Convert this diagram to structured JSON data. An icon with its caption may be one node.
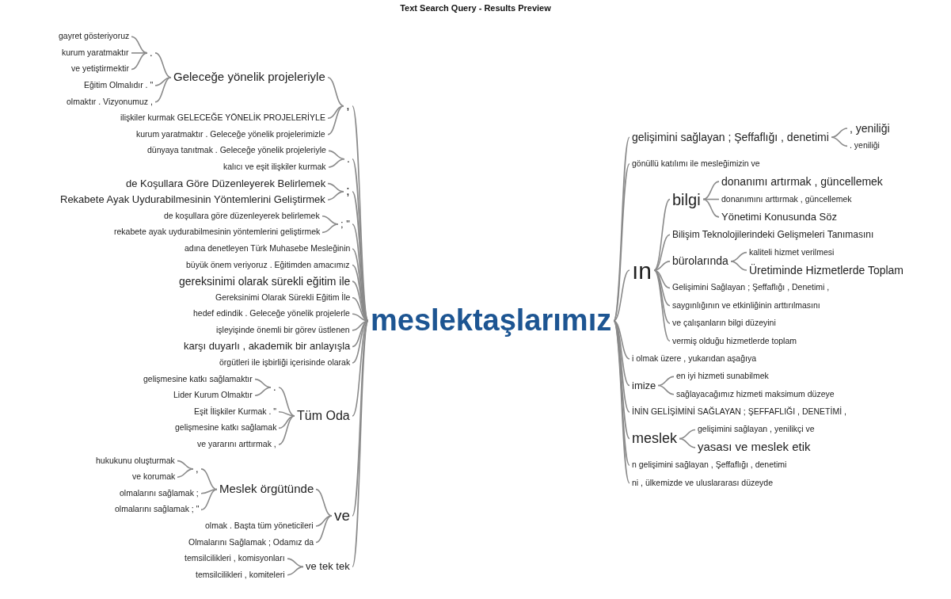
{
  "diagram": {
    "title": "Text Search Query - Results Preview",
    "nodes": [
      {
        "text": [
          "meslektaşlarımız"
        ]
      },
      {
        "text": [
          ","
        ]
      },
      {
        "text": [
          "Geleceğe yönelik projeleriyle"
        ]
      },
      {
        "text": [
          "."
        ]
      },
      {
        "text": [
          "gayret gösteriyoruz"
        ]
      },
      {
        "text": [
          "kurum yaratmaktır"
        ]
      },
      {
        "text": [
          "ve yetiştirmektir"
        ]
      },
      {
        "text": [
          "Eğitim Olmalıdır . \""
        ]
      },
      {
        "text": [
          "olmaktır . Vizyonumuz ,"
        ]
      },
      {
        "text": [
          "ilişkiler kurmak GELECEĞE YÖNELİK PROJELERİYLE"
        ]
      },
      {
        "text": [
          "kurum yaratmaktır . Geleceğe yönelik projelerimizle"
        ]
      },
      {
        "text": [
          "."
        ]
      },
      {
        "text": [
          "dünyaya tanıtmak . Geleceğe yönelik projeleriyle"
        ]
      },
      {
        "text": [
          "kalıcı ve eşit ilişkiler kurmak"
        ]
      },
      {
        "text": [
          ";"
        ]
      },
      {
        "text": [
          "de Koşullara Göre Düzenleyerek Belirlemek"
        ]
      },
      {
        "text": [
          "Rekabete Ayak Uydurabilmesinin Yöntemlerini Geliştirmek"
        ]
      },
      {
        "text": [
          "; \""
        ]
      },
      {
        "text": [
          "de koşullara göre düzenleyerek belirlemek"
        ]
      },
      {
        "text": [
          "rekabete ayak uydurabilmesinin yöntemlerini geliştirmek"
        ]
      },
      {
        "text": [
          "adına denetleyen Türk Muhasebe Mesleğinin"
        ]
      },
      {
        "text": [
          "büyük önem veriyoruz . Eğitimden amacımız"
        ]
      },
      {
        "text": [
          "gereksinimi olarak sürekli eğitim ile"
        ]
      },
      {
        "text": [
          "Gereksinimi Olarak Sürekli Eğitim İle"
        ]
      },
      {
        "text": [
          "hedef edindik . Geleceğe yönelik projelerle"
        ]
      },
      {
        "text": [
          "işleyişinde önemli bir görev üstlenen"
        ]
      },
      {
        "text": [
          "karşı duyarlı , akademik bir anlayışla"
        ]
      },
      {
        "text": [
          "örgütleri ile işbirliği içerisinde olarak"
        ]
      },
      {
        "text": [
          "Tüm Oda"
        ]
      },
      {
        "text": [
          "."
        ]
      },
      {
        "text": [
          "gelişmesine katkı sağlamaktır"
        ]
      },
      {
        "text": [
          "Lider Kurum Olmaktır"
        ]
      },
      {
        "text": [
          "Eşit İlişkiler Kurmak . \""
        ]
      },
      {
        "text": [
          "gelişmesine katkı sağlamak"
        ]
      },
      {
        "text": [
          "ve yararını arttırmak ,"
        ]
      },
      {
        "text": [
          "ve"
        ]
      },
      {
        "text": [
          "Meslek örgütünde"
        ]
      },
      {
        "text": [
          ","
        ]
      },
      {
        "text": [
          "hukukunu oluşturmak"
        ]
      },
      {
        "text": [
          "ve korumak"
        ]
      },
      {
        "text": [
          "olmalarını sağlamak ;"
        ]
      },
      {
        "text": [
          "olmalarını sağlamak ; \""
        ]
      },
      {
        "text": [
          "olmak . Başta tüm yöneticileri"
        ]
      },
      {
        "text": [
          "Olmalarını Sağlamak ; Odamız da"
        ]
      },
      {
        "text": [
          "ve tek tek"
        ]
      },
      {
        "text": [
          "temsilcilikleri , komisyonları"
        ]
      },
      {
        "text": [
          "temsilcilikleri , komiteleri"
        ]
      },
      {
        "text": [
          "gelişimini sağlayan ; Şeffaflığı , denetimi"
        ]
      },
      {
        "text": [
          ", yeniliği"
        ]
      },
      {
        "text": [
          ". yeniliği"
        ]
      },
      {
        "text": [
          "gönüllü katılımı ile mesleğimizin ve"
        ]
      },
      {
        "text": [
          "ın"
        ]
      },
      {
        "text": [
          "bilgi"
        ]
      },
      {
        "text": [
          "donanımı artırmak , güncellemek"
        ]
      },
      {
        "text": [
          "donanımını arttırmak , güncellemek"
        ]
      },
      {
        "text": [
          "Yönetimi Konusunda Söz"
        ]
      },
      {
        "text": [
          "Bilişim Teknolojilerindeki Gelişmeleri Tanımasını"
        ]
      },
      {
        "text": [
          "bürolarında"
        ]
      },
      {
        "text": [
          "kaliteli hizmet verilmesi"
        ]
      },
      {
        "text": [
          "Üretiminde Hizmetlerde Toplam"
        ]
      },
      {
        "text": [
          "Gelişimini Sağlayan ; Şeffaflığı , Denetimi ,"
        ]
      },
      {
        "text": [
          "saygınlığının ve etkinliğinin arttırılmasını"
        ]
      },
      {
        "text": [
          "ve çalışanların bilgi düzeyini"
        ]
      },
      {
        "text": [
          "vermiş olduğu hizmetlerde toplam"
        ]
      },
      {
        "text": [
          "i olmak üzere , yukarıdan aşağıya"
        ]
      },
      {
        "text": [
          "imize"
        ]
      },
      {
        "text": [
          "en iyi hizmeti sunabilmek"
        ]
      },
      {
        "text": [
          "sağlayacağımız hizmeti maksimum düzeye"
        ]
      },
      {
        "text": [
          "İNİN GELİŞİMİNİ SAĞLAYAN ; ŞEFFAFLIĞI , DENETİMİ ,"
        ]
      },
      {
        "text": [
          "meslek"
        ]
      },
      {
        "text": [
          "gelişimini sağlayan , yenilikçi ve"
        ]
      },
      {
        "text": [
          "yasası ve meslek etik"
        ]
      },
      {
        "text": [
          "n gelişimini sağlayan , Şeffaflığı , denetimi"
        ]
      },
      {
        "text": [
          "ni , ülkemizde ve uluslararası düzeyde"
        ]
      }
    ],
    "edges": [
      {
        "from": 4,
        "to": 3,
        "arrow": "none"
      },
      {
        "from": 5,
        "to": 3,
        "arrow": "none"
      },
      {
        "from": 6,
        "to": 3,
        "arrow": "none"
      },
      {
        "from": 3,
        "to": 2,
        "arrow": "none"
      },
      {
        "from": 7,
        "to": 2,
        "arrow": "none"
      },
      {
        "from": 8,
        "to": 2,
        "arrow": "none"
      },
      {
        "from": 2,
        "to": 1,
        "arrow": "none"
      },
      {
        "from": 9,
        "to": 1,
        "arrow": "none"
      },
      {
        "from": 10,
        "to": 1,
        "arrow": "none"
      },
      {
        "from": 1,
        "to": 0,
        "arrow": "none"
      },
      {
        "from": 12,
        "to": 11,
        "arrow": "none"
      },
      {
        "from": 13,
        "to": 11,
        "arrow": "none"
      },
      {
        "from": 11,
        "to": 0,
        "arrow": "none"
      },
      {
        "from": 15,
        "to": 14,
        "arrow": "none"
      },
      {
        "from": 16,
        "to": 14,
        "arrow": "none"
      },
      {
        "from": 14,
        "to": 0,
        "arrow": "none"
      },
      {
        "from": 18,
        "to": 17,
        "arrow": "none"
      },
      {
        "from": 19,
        "to": 17,
        "arrow": "none"
      },
      {
        "from": 17,
        "to": 0,
        "arrow": "none"
      },
      {
        "from": 20,
        "to": 0,
        "arrow": "none"
      },
      {
        "from": 21,
        "to": 0,
        "arrow": "none"
      },
      {
        "from": 22,
        "to": 0,
        "arrow": "none"
      },
      {
        "from": 23,
        "to": 0,
        "arrow": "none"
      },
      {
        "from": 24,
        "to": 0,
        "arrow": "none"
      },
      {
        "from": 25,
        "to": 0,
        "arrow": "none"
      },
      {
        "from": 26,
        "to": 0,
        "arrow": "none"
      },
      {
        "from": 27,
        "to": 0,
        "arrow": "none"
      },
      {
        "from": 30,
        "to": 29,
        "arrow": "none"
      },
      {
        "from": 31,
        "to": 29,
        "arrow": "none"
      },
      {
        "from": 29,
        "to": 28,
        "arrow": "none"
      },
      {
        "from": 32,
        "to": 28,
        "arrow": "none"
      },
      {
        "from": 33,
        "to": 28,
        "arrow": "none"
      },
      {
        "from": 34,
        "to": 28,
        "arrow": "none"
      },
      {
        "from": 28,
        "to": 0,
        "arrow": "none"
      },
      {
        "from": 38,
        "to": 37,
        "arrow": "none"
      },
      {
        "from": 39,
        "to": 37,
        "arrow": "none"
      },
      {
        "from": 37,
        "to": 36,
        "arrow": "none"
      },
      {
        "from": 40,
        "to": 36,
        "arrow": "none"
      },
      {
        "from": 41,
        "to": 36,
        "arrow": "none"
      },
      {
        "from": 36,
        "to": 35,
        "arrow": "none"
      },
      {
        "from": 42,
        "to": 35,
        "arrow": "none"
      },
      {
        "from": 43,
        "to": 35,
        "arrow": "none"
      },
      {
        "from": 35,
        "to": 0,
        "arrow": "none"
      },
      {
        "from": 45,
        "to": 44,
        "arrow": "none"
      },
      {
        "from": 46,
        "to": 44,
        "arrow": "none"
      },
      {
        "from": 44,
        "to": 0,
        "arrow": "none"
      },
      {
        "from": 0,
        "to": 47,
        "arrow": "none"
      },
      {
        "from": 47,
        "to": 48,
        "arrow": "none"
      },
      {
        "from": 47,
        "to": 49,
        "arrow": "none"
      },
      {
        "from": 0,
        "to": 50,
        "arrow": "none"
      },
      {
        "from": 0,
        "to": 51,
        "arrow": "none"
      },
      {
        "from": 51,
        "to": 52,
        "arrow": "none"
      },
      {
        "from": 52,
        "to": 53,
        "arrow": "none"
      },
      {
        "from": 52,
        "to": 54,
        "arrow": "none"
      },
      {
        "from": 52,
        "to": 55,
        "arrow": "none"
      },
      {
        "from": 51,
        "to": 56,
        "arrow": "none"
      },
      {
        "from": 51,
        "to": 57,
        "arrow": "none"
      },
      {
        "from": 57,
        "to": 58,
        "arrow": "none"
      },
      {
        "from": 57,
        "to": 59,
        "arrow": "none"
      },
      {
        "from": 51,
        "to": 60,
        "arrow": "none"
      },
      {
        "from": 51,
        "to": 61,
        "arrow": "none"
      },
      {
        "from": 51,
        "to": 62,
        "arrow": "none"
      },
      {
        "from": 51,
        "to": 63,
        "arrow": "none"
      },
      {
        "from": 0,
        "to": 64,
        "arrow": "none"
      },
      {
        "from": 0,
        "to": 65,
        "arrow": "none"
      },
      {
        "from": 65,
        "to": 66,
        "arrow": "none"
      },
      {
        "from": 65,
        "to": 67,
        "arrow": "none"
      },
      {
        "from": 0,
        "to": 68,
        "arrow": "none"
      },
      {
        "from": 0,
        "to": 69,
        "arrow": "none"
      },
      {
        "from": 69,
        "to": 70,
        "arrow": "none"
      },
      {
        "from": 69,
        "to": 71,
        "arrow": "none"
      },
      {
        "from": 0,
        "to": 72,
        "arrow": "none"
      },
      {
        "from": 0,
        "to": 73,
        "arrow": "none"
      }
    ]
  }
}
